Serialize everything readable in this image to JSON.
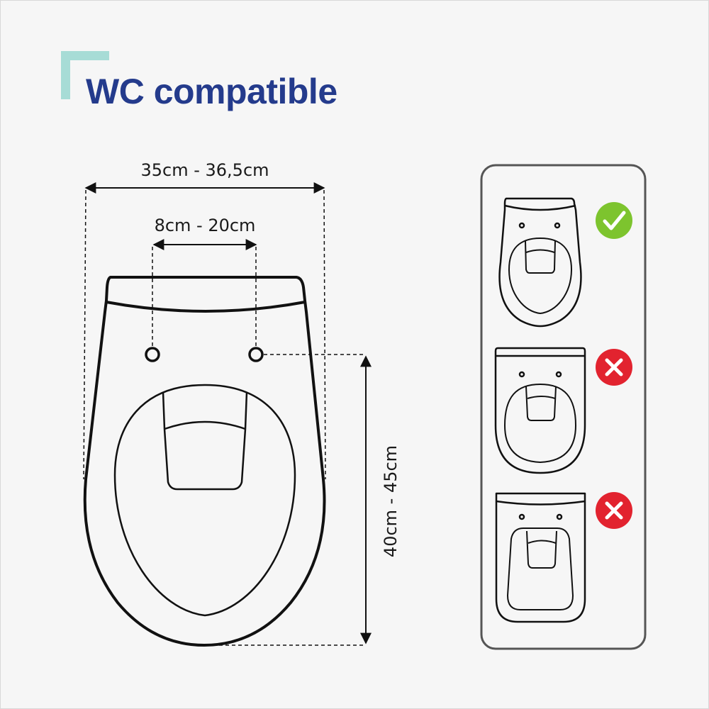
{
  "header": {
    "title": "WC compatible"
  },
  "dimensions": {
    "seat_width": "35cm - 36,5cm",
    "hole_spacing": "8cm - 20cm",
    "seat_length": "40cm - 45cm"
  },
  "compatibility": {
    "items": [
      {
        "shape": "oval",
        "compatible": true,
        "badge_color": "#7dc42e",
        "icon": "check-icon"
      },
      {
        "shape": "rounded-square",
        "compatible": false,
        "badge_color": "#e2232f",
        "icon": "cross-icon"
      },
      {
        "shape": "square",
        "compatible": false,
        "badge_color": "#e2232f",
        "icon": "cross-icon"
      }
    ]
  },
  "colors": {
    "title": "#243b8c",
    "accent": "#a7dcd6",
    "outline": "#111111"
  }
}
